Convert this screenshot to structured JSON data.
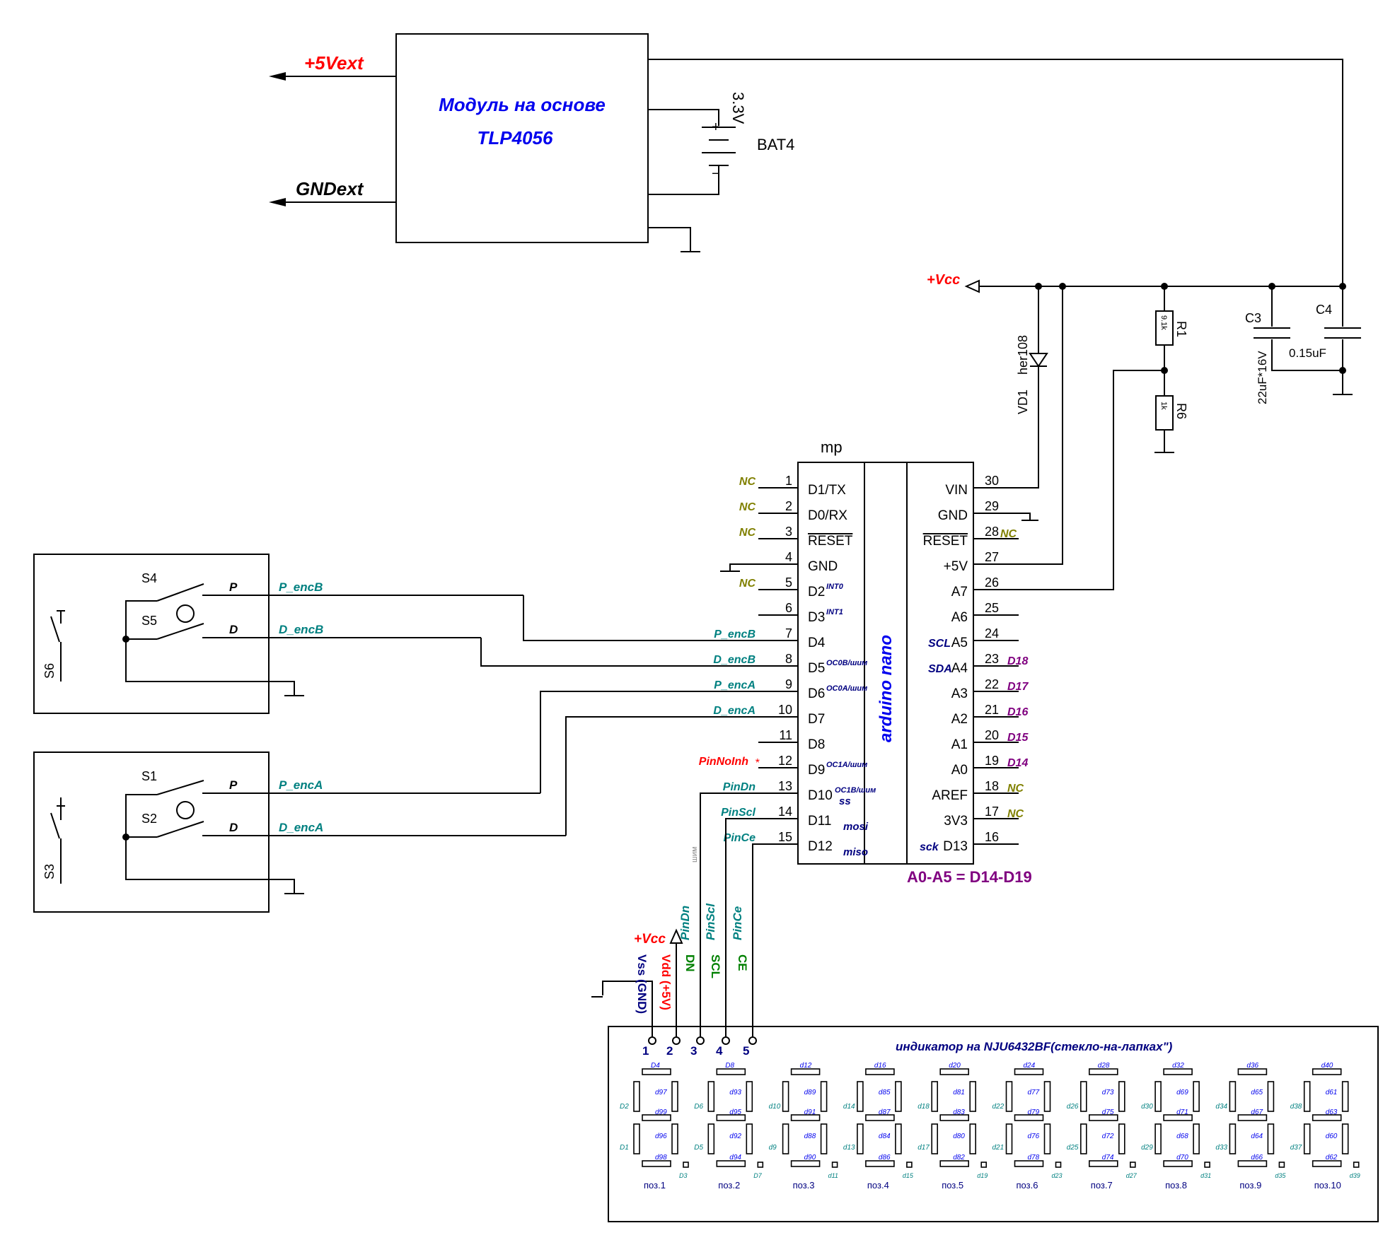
{
  "power_module": {
    "title_line1": "Модуль на основе",
    "title_line2": "TLP4056",
    "out_plus": "+5Vext",
    "out_gnd": "GNDext",
    "battery_name": "BAT4",
    "battery_voltage": "3.3V",
    "battery_plus": "+",
    "battery_minus": "−"
  },
  "supply": {
    "vcc": "+Vcc",
    "diode_ref": "VD1",
    "diode_type": "her108",
    "r1_ref": "R1",
    "r1_val": "9.1k",
    "r6_ref": "R6",
    "r6_val": "1k",
    "c3_ref": "C3",
    "c3_val": "22uF*16V",
    "c4_ref": "C4",
    "c4_val": "0.15uF"
  },
  "mcu": {
    "ref": "mp",
    "name": "arduino nano",
    "analog_note": "A0-A5 = D14-D19",
    "left_pins": [
      {
        "num": "1",
        "name": "D1/TX",
        "net": "NC",
        "net_color": "olive"
      },
      {
        "num": "2",
        "name": "D0/RX",
        "net": "NC",
        "net_color": "olive"
      },
      {
        "num": "3",
        "name": "RESET",
        "net": "NC",
        "net_color": "olive",
        "overline": true
      },
      {
        "num": "4",
        "name": "GND",
        "net": "",
        "net_color": "olive"
      },
      {
        "num": "5",
        "name": "D2",
        "net": "NC",
        "net_color": "olive",
        "sup": "INT0"
      },
      {
        "num": "6",
        "name": "D3",
        "net": "",
        "net_color": "olive",
        "sup": "INT1"
      },
      {
        "num": "7",
        "name": "D4",
        "net": "P_encB",
        "net_color": "teal"
      },
      {
        "num": "8",
        "name": "D5",
        "net": "D_encB",
        "net_color": "teal",
        "sup": "OC0B/шим"
      },
      {
        "num": "9",
        "name": "D6",
        "net": "P_encA",
        "net_color": "teal",
        "sup": "OC0A/шим"
      },
      {
        "num": "10",
        "name": "D7",
        "net": "D_encA",
        "net_color": "teal"
      },
      {
        "num": "11",
        "name": "D8",
        "net": "",
        "net_color": "teal"
      },
      {
        "num": "12",
        "name": "D9",
        "net": "PinNoInh",
        "net_color": "red",
        "sup": "OC1A/шим",
        "star": "*"
      },
      {
        "num": "13",
        "name": "D10",
        "net": "PinDn",
        "net_color": "teal",
        "sup": "OC1B/шим",
        "sub": "ss"
      },
      {
        "num": "14",
        "name": "D11",
        "net": "PinScl",
        "net_color": "teal",
        "sub": "mosi"
      },
      {
        "num": "15",
        "name": "D12",
        "net": "PinCe",
        "net_color": "teal",
        "sub": "miso"
      }
    ],
    "right_pins": [
      {
        "num": "30",
        "name": "VIN",
        "net": ""
      },
      {
        "num": "29",
        "name": "GND",
        "net": ""
      },
      {
        "num": "28",
        "name": "RESET",
        "net": "NC",
        "overline": true
      },
      {
        "num": "27",
        "name": "+5V",
        "net": ""
      },
      {
        "num": "26",
        "name": "A7",
        "net": ""
      },
      {
        "num": "25",
        "name": "A6",
        "net": ""
      },
      {
        "num": "24",
        "name": "A5",
        "net": "",
        "pre": "SCL"
      },
      {
        "num": "23",
        "name": "A4",
        "net": "D18",
        "pre": "SDA"
      },
      {
        "num": "22",
        "name": "A3",
        "net": "D17"
      },
      {
        "num": "21",
        "name": "A2",
        "net": "D16"
      },
      {
        "num": "20",
        "name": "A1",
        "net": "D15"
      },
      {
        "num": "19",
        "name": "A0",
        "net": "D14"
      },
      {
        "num": "18",
        "name": "AREF",
        "net": "NC"
      },
      {
        "num": "17",
        "name": "3V3",
        "net": "NC"
      },
      {
        "num": "16",
        "name": "D13",
        "net": "",
        "pre": "sck"
      }
    ],
    "shim_vertical": "шим"
  },
  "encoder_b": {
    "s_p": "S4",
    "s_d": "S5",
    "s_btn": "S6",
    "p_label": "P",
    "d_label": "D",
    "net_p": "P_encB",
    "net_d": "D_encB"
  },
  "encoder_a": {
    "s_p": "S1",
    "s_d": "S2",
    "s_btn": "S3",
    "p_label": "P",
    "d_label": "D",
    "net_p": "P_encA",
    "net_d": "D_encA"
  },
  "display": {
    "title": "индикатор на NJU6432BF(стекло-на-лапках\")",
    "vcc": "+Vcc",
    "pins": [
      {
        "num": "1",
        "label": "Vss (GND)",
        "color": "navy"
      },
      {
        "num": "2",
        "label": "Vdd (+5V)",
        "color": "red"
      },
      {
        "num": "3",
        "label": "DN",
        "net": "PinDn",
        "color": "green"
      },
      {
        "num": "4",
        "label": "SCL",
        "net": "PinScl",
        "color": "green"
      },
      {
        "num": "5",
        "label": "CE",
        "net": "PinCe",
        "color": "green"
      }
    ],
    "positions": [
      {
        "label": "поз.1",
        "top": "D4",
        "tr": "d97",
        "mid": "d99",
        "br": "d96",
        "bot": "d98",
        "ul": "D2",
        "ll": "D1",
        "dp": "D3"
      },
      {
        "label": "поз.2",
        "top": "D8",
        "tr": "d93",
        "mid": "d95",
        "br": "d92",
        "bot": "d94",
        "ul": "D6",
        "ll": "D5",
        "dp": "D7"
      },
      {
        "label": "поз.3",
        "top": "d12",
        "tr": "d89",
        "mid": "d91",
        "br": "d88",
        "bot": "d90",
        "ul": "d10",
        "ll": "d9",
        "dp": "d11"
      },
      {
        "label": "поз.4",
        "top": "d16",
        "tr": "d85",
        "mid": "d87",
        "br": "d84",
        "bot": "d86",
        "ul": "d14",
        "ll": "d13",
        "dp": "d15"
      },
      {
        "label": "поз.5",
        "top": "d20",
        "tr": "d81",
        "mid": "d83",
        "br": "d80",
        "bot": "d82",
        "ul": "d18",
        "ll": "d17",
        "dp": "d19"
      },
      {
        "label": "поз.6",
        "top": "d24",
        "tr": "d77",
        "mid": "d79",
        "br": "d76",
        "bot": "d78",
        "ul": "d22",
        "ll": "d21",
        "dp": "d23"
      },
      {
        "label": "поз.7",
        "top": "d28",
        "tr": "d73",
        "mid": "d75",
        "br": "d72",
        "bot": "d74",
        "ul": "d26",
        "ll": "d25",
        "dp": "d27"
      },
      {
        "label": "поз.8",
        "top": "d32",
        "tr": "d69",
        "mid": "d71",
        "br": "d68",
        "bot": "d70",
        "ul": "d30",
        "ll": "d29",
        "dp": "d31"
      },
      {
        "label": "поз.9",
        "top": "d36",
        "tr": "d65",
        "mid": "d67",
        "br": "d64",
        "bot": "d66",
        "ul": "d34",
        "ll": "d33",
        "dp": "d35"
      },
      {
        "label": "поз.10",
        "top": "d40",
        "tr": "d61",
        "mid": "d63",
        "br": "d60",
        "bot": "d62",
        "ul": "d38",
        "ll": "d37",
        "dp": "d39"
      }
    ]
  }
}
